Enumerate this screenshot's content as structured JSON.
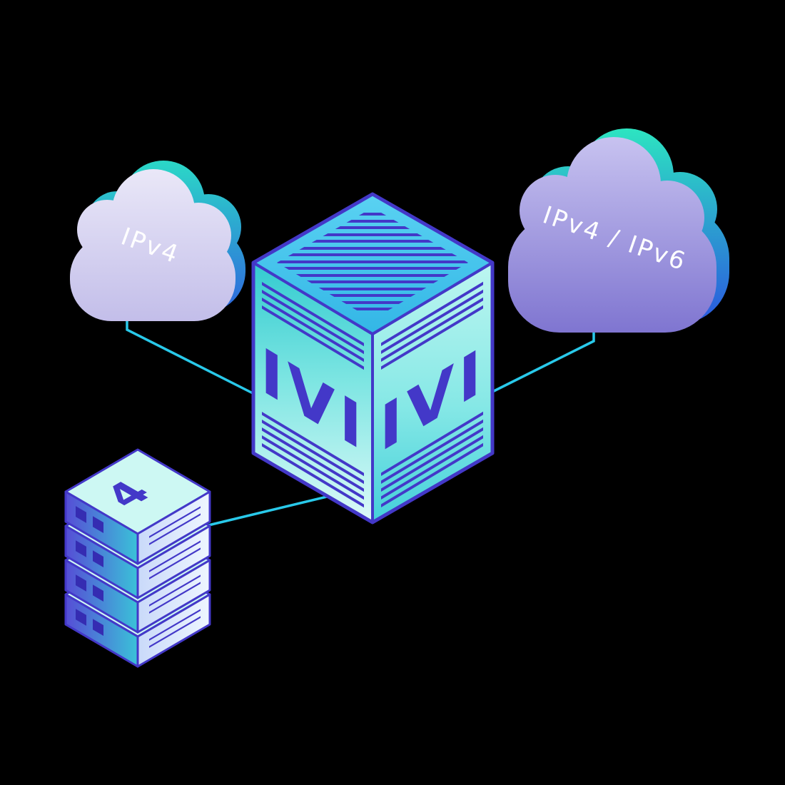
{
  "diagram": {
    "left_cloud": {
      "label": "IPv4"
    },
    "right_cloud": {
      "label": "IPv4 / IPv6"
    },
    "translator": {
      "left_face_label": "IVI",
      "right_face_label": "IVI"
    },
    "server_stack": {
      "top_label": "4",
      "unit_count": 4
    },
    "colors": {
      "background": "#000000",
      "connector": "#29c9ea",
      "outline_indigo": "#4338c8",
      "cube_teal": "#3ecfd4",
      "cloud_left_lavender": "#d5d1ee",
      "cloud_right_purple": "#8d83d8",
      "accent_teal": "#2bdcc6",
      "accent_blue": "#2f5ce0",
      "server_top_mint": "#cdf8f3"
    }
  }
}
